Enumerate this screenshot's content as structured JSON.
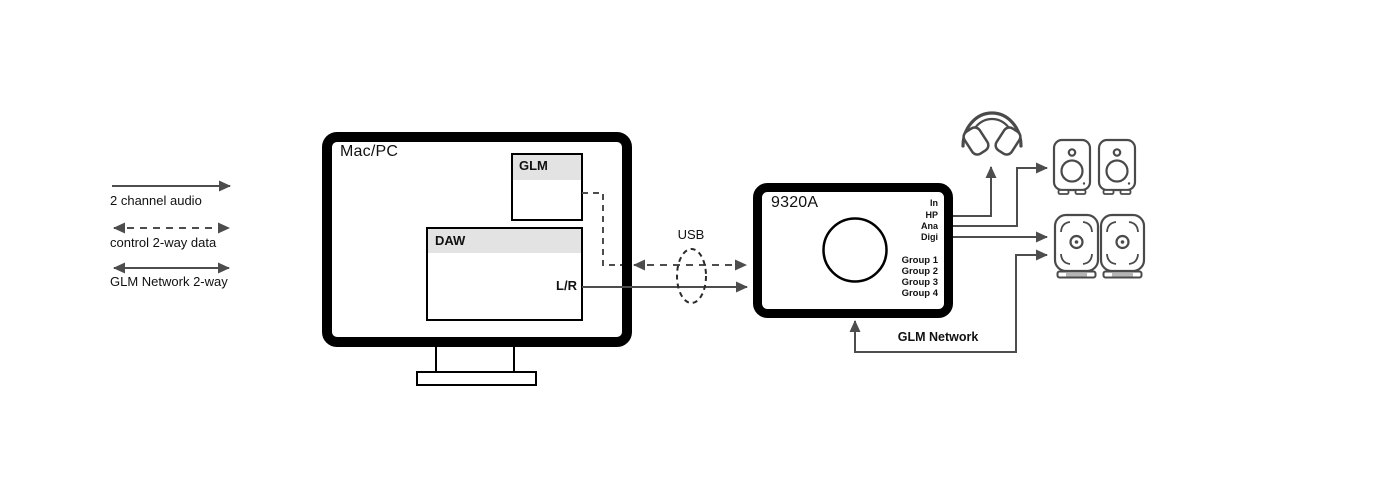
{
  "legend": {
    "items": [
      {
        "label": "2 channel audio",
        "arrow": "solid-right"
      },
      {
        "label": "control 2-way data",
        "arrow": "dashed-both"
      },
      {
        "label": "GLM Network 2-way",
        "arrow": "solid-both"
      }
    ]
  },
  "computer": {
    "title": "Mac/PC",
    "glm_app_title": "GLM",
    "daw_app_title": "DAW",
    "daw_output_label": "L/R"
  },
  "usb": {
    "label": "USB"
  },
  "device": {
    "title": "9320A",
    "io_labels": [
      "In",
      "HP",
      "Ana",
      "Digi"
    ],
    "group_labels": [
      "Group 1",
      "Group 2",
      "Group 3",
      "Group 4"
    ]
  },
  "network": {
    "label": "GLM Network"
  },
  "icons": {
    "headphones": "headphones-icon",
    "monitor_pair_small": "speaker-pair-small-icon",
    "monitor_pair_large": "speaker-pair-large-icon",
    "volume_knob": "volume-knob"
  },
  "colors": {
    "connector": "#4d4d4d",
    "outline": "#000000",
    "header_fill": "#e3e3e3",
    "icon_stroke": "#4a4a4a",
    "usb_ellipse": "#2b2b2b"
  }
}
